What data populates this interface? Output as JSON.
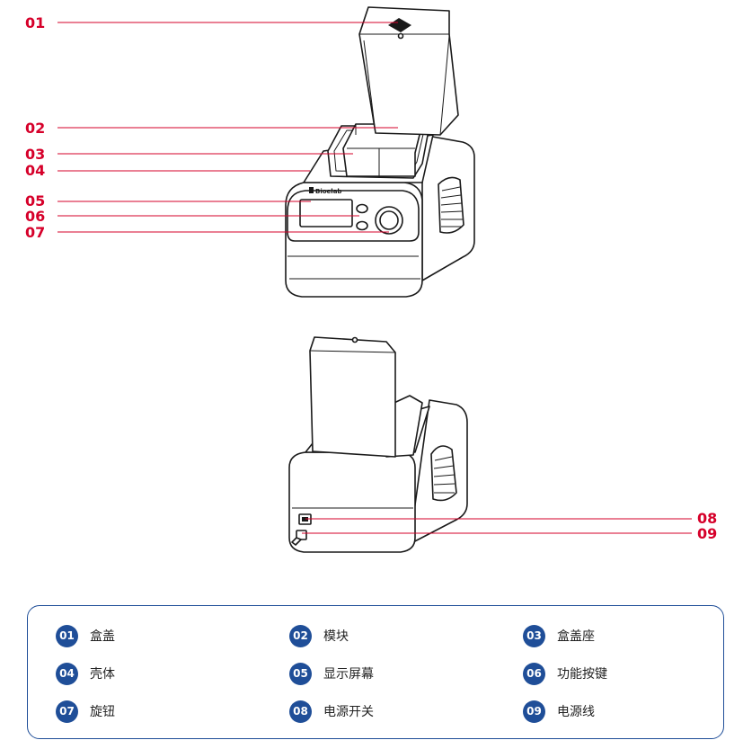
{
  "callouts": [
    {
      "num": "01"
    },
    {
      "num": "02"
    },
    {
      "num": "03"
    },
    {
      "num": "04"
    },
    {
      "num": "05"
    },
    {
      "num": "06"
    },
    {
      "num": "07"
    },
    {
      "num": "08"
    },
    {
      "num": "09"
    }
  ],
  "legend": [
    {
      "num": "01",
      "label": "盒盖"
    },
    {
      "num": "02",
      "label": "模块"
    },
    {
      "num": "03",
      "label": "盒盖座"
    },
    {
      "num": "04",
      "label": "壳体"
    },
    {
      "num": "05",
      "label": "显示屏幕"
    },
    {
      "num": "06",
      "label": "功能按键"
    },
    {
      "num": "07",
      "label": "旋钮"
    },
    {
      "num": "08",
      "label": "电源开关"
    },
    {
      "num": "09",
      "label": "电源线"
    }
  ],
  "device_brand": "Bioelab",
  "colors": {
    "callout": "#d6002a",
    "legend_accent": "#1f4e98"
  }
}
